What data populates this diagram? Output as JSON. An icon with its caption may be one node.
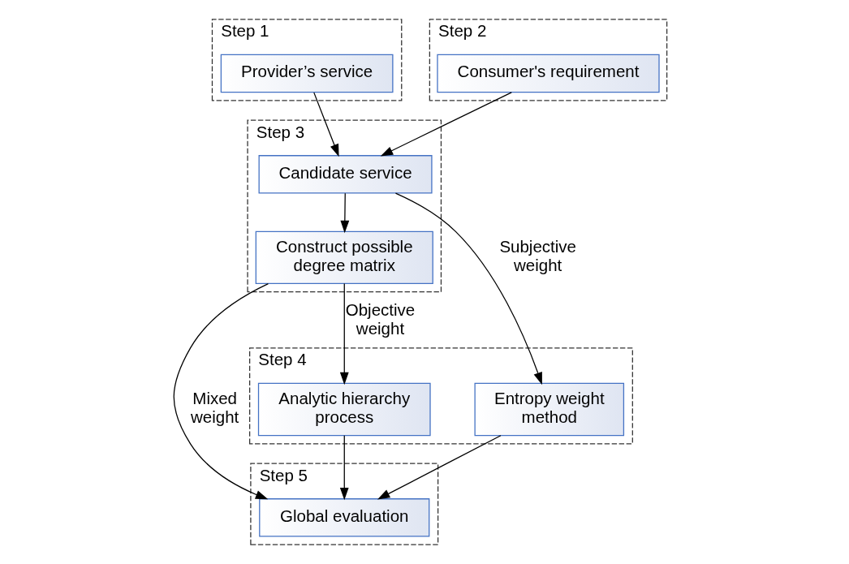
{
  "diagram": {
    "nodes": [
      {
        "text": [
          "Step 1"
        ]
      },
      {
        "text": [
          "Provider’s service"
        ],
        "in": 0
      },
      {
        "text": [
          "Step 2"
        ]
      },
      {
        "text": [
          "Consumer's requirement"
        ],
        "in": 2
      },
      {
        "text": [
          "Step 3"
        ]
      },
      {
        "text": [
          "Candidate service"
        ],
        "in": 4
      },
      {
        "text": [
          "Construct possible degree matrix"
        ],
        "in": 4
      },
      {
        "text": [
          "Step 4"
        ]
      },
      {
        "text": [
          "Entropy weight method"
        ],
        "in": 7
      },
      {
        "text": [
          "Analytic hierarchy process"
        ],
        "in": 7
      },
      {
        "text": [
          "Step 5"
        ]
      },
      {
        "text": [
          "Global evaluation"
        ],
        "in": 10
      }
    ],
    "edges": [
      {
        "from": 1,
        "to": 5,
        "arrow": "to"
      },
      {
        "from": 3,
        "to": 5,
        "arrow": "to"
      },
      {
        "from": 5,
        "to": 6,
        "arrow": "to"
      },
      {
        "from": 5,
        "to": 8,
        "arrow": "to",
        "label": "Subjective weight"
      },
      {
        "from": 6,
        "to": 9,
        "arrow": "to",
        "label": "Objective weight"
      },
      {
        "from": 6,
        "to": 11,
        "arrow": "to",
        "label": "Mixed weight"
      },
      {
        "from": 8,
        "to": 11,
        "arrow": "to"
      },
      {
        "from": 9,
        "to": 11,
        "arrow": "to"
      }
    ]
  }
}
